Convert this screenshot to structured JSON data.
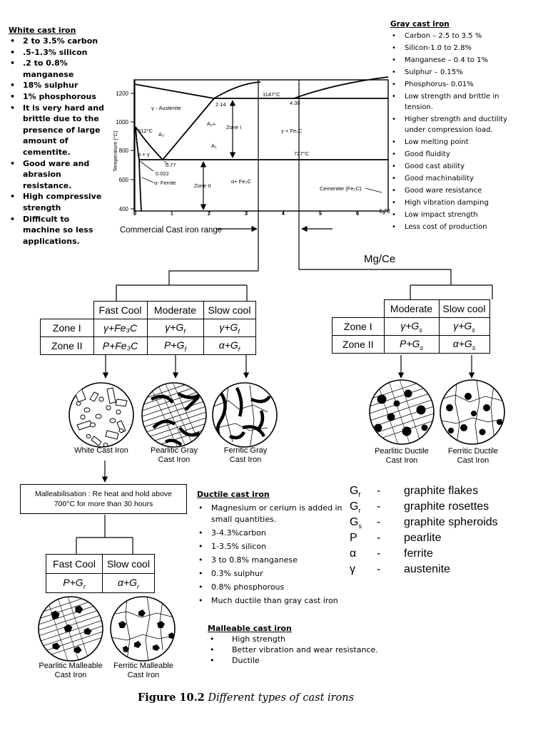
{
  "white_cast_iron": {
    "title": "White cast iron",
    "items": [
      "2 to 3.5% carbon",
      ".5-1.3% silicon",
      ".2 to 0.8% manganese",
      "18% sulphur",
      "1% phosphorous",
      "It is very hard and brittle due to the presence of large amount of cementite.",
      "Good ware and abrasion resistance.",
      "High compressive strength",
      "Difficult to machine so less applications."
    ]
  },
  "gray_cast_iron": {
    "title": "Gray cast iron",
    "items": [
      "Carbon – 2.5 to 3.5 %",
      "Silicon-1.0 to 2.8%",
      "Manganese – 0.4 to 1%",
      "Sulphur – 0.15%",
      "Phosphorus- 0.01%",
      "Low strength and brittle in tension.",
      "Higher strength and ductility under compression load.",
      "Low melting point",
      "Good fluidity",
      "Good cast ability",
      "Good machinability",
      "Good ware resistance",
      "High vibration damping",
      "Low impact strength",
      "Less cost of production"
    ]
  },
  "phase_diagram": {
    "ylabel": "Temperature (°C)",
    "y_ticks": [
      "1200",
      "1000",
      "800",
      "600",
      "400"
    ],
    "x_ticks": [
      "0",
      "1",
      "2",
      "3",
      "4",
      "5",
      "6",
      "6.70"
    ],
    "labels": {
      "austenite": "γ - Austenite",
      "t912": "912°C",
      "a3": "A₃",
      "acm": "A꜀ₘ",
      "a1": "A₁",
      "alpha_gamma": "α + γ",
      "c214": "2.14",
      "t1147": "1147°C",
      "c430": "4.30",
      "zone1": "Zone I",
      "gamma_fe3c": "γ + Fe₃C",
      "t727": "727°C",
      "c077": "0.77",
      "c0022": "0.022",
      "ferrite": "α- Ferrite",
      "zone2": "Zone II",
      "alpha_fe3c": "α+ Fe₃C",
      "cementite": "Cementite (Fe₃C)"
    },
    "range_label": "Commercial Cast iron range"
  },
  "mgce_label": "Mg/Ce",
  "table_left": {
    "headers": [
      "Fast Cool",
      "Moderate",
      "Slow cool"
    ],
    "rows": [
      {
        "label": "Zone I",
        "cells": [
          "γ+Fe₃C",
          "γ+G_f",
          "γ+G_f"
        ]
      },
      {
        "label": "Zone II",
        "cells": [
          "P+Fe₃C",
          "P+G_f",
          "α+G_f"
        ]
      }
    ]
  },
  "table_right": {
    "headers": [
      "Moderate",
      "Slow cool"
    ],
    "rows": [
      {
        "label": "Zone I",
        "cells": [
          "γ+G_s",
          "γ+G_s"
        ]
      },
      {
        "label": "Zone II",
        "cells": [
          "P+G_s",
          "α+G_s"
        ]
      }
    ]
  },
  "micrographs": {
    "white": [
      "White Cast Iron"
    ],
    "pearlitic_gray": [
      "Pearlitic Gray",
      "Cast Iron"
    ],
    "ferritic_gray": [
      "Ferritic Gray",
      "Cast Iron"
    ],
    "pearlitic_ductile": [
      "Pearlitic Ductile",
      "Cast Iron"
    ],
    "ferritic_ductile": [
      "Ferritic Ductile",
      "Cast Iron"
    ],
    "pearlitic_malleable": [
      "Pearlitic Malleable",
      "Cast Iron"
    ],
    "ferritic_malleable": [
      "Ferritic Malleable",
      "Cast Iron"
    ]
  },
  "malleabilisation": [
    "Malleabilisation :  Re heat and hold  above",
    "700°C for more than 30 hours"
  ],
  "table_malleable": {
    "headers": [
      "Fast Cool",
      "Slow cool"
    ],
    "cells": [
      "P+G_r",
      "α+G_r"
    ]
  },
  "ductile_cast_iron": {
    "title": "Ductile cast iron",
    "items": [
      "Magnesium or cerium is added in small quantities.",
      "3-4.3%carbon",
      "1-3.5% silicon",
      "3 to 0.8% manganese",
      "0.3% sulphur",
      "0.8% phosphorous",
      "Much ductile than gray cast iron"
    ]
  },
  "malleable_cast_iron": {
    "title": "Malleable  cast iron",
    "items": [
      "High strength",
      "Better vibration and wear resistance.",
      "Ductile"
    ]
  },
  "legend": [
    {
      "symbol": "G_f",
      "text": "graphite flakes"
    },
    {
      "symbol": "G_r",
      "text": "graphite rosettes"
    },
    {
      "symbol": "G_s",
      "text": "graphite spheroids"
    },
    {
      "symbol": "P",
      "text": "pearlite"
    },
    {
      "symbol": "α",
      "text": "ferrite"
    },
    {
      "symbol": "γ",
      "text": "austenite"
    }
  ],
  "figure_caption": {
    "number": "Figure 10.2",
    "text": "Different types of cast irons"
  }
}
